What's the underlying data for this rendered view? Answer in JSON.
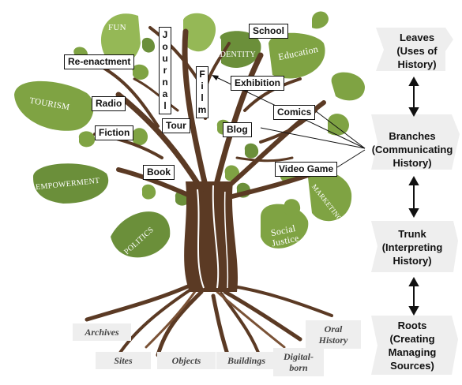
{
  "leaves": {
    "fun": "FUN",
    "identity": "IDENTITY",
    "education": "Education",
    "tourism": "TOURISM",
    "empowerment": "EMPOWERMENT",
    "politics": "POLITICS",
    "social_justice": "Social Justice",
    "marketing": "MARKETING"
  },
  "media": {
    "reenactment": "Re-enactment",
    "journal": "Journal",
    "school": "School",
    "film": "Film",
    "exhibition": "Exhibition",
    "radio": "Radio",
    "comics": "Comics",
    "tour": "Tour",
    "blog": "Blog",
    "fiction": "Fiction",
    "book": "Book",
    "video_game": "Video Game"
  },
  "roots": {
    "archives": "Archives",
    "oral_history": "Oral History",
    "sites": "Sites",
    "objects": "Objects",
    "buildings": "Buildings",
    "digital_born": "Digital-born"
  },
  "legend": [
    {
      "title": "Leaves",
      "sub": "(Uses of History)"
    },
    {
      "title": "Branches",
      "sub": "(Communicating History)"
    },
    {
      "title": "Trunk",
      "sub": "(Interpreting History)"
    },
    {
      "title": "Roots",
      "sub": "(Creating Managing Sources)"
    }
  ],
  "colors": {
    "leaf_dark": "#6b8f3a",
    "leaf_mid": "#7fa343",
    "leaf_light": "#95b856",
    "bark": "#5b3a24",
    "bark_light": "#7a5236",
    "chevron": "#eeeeee"
  }
}
